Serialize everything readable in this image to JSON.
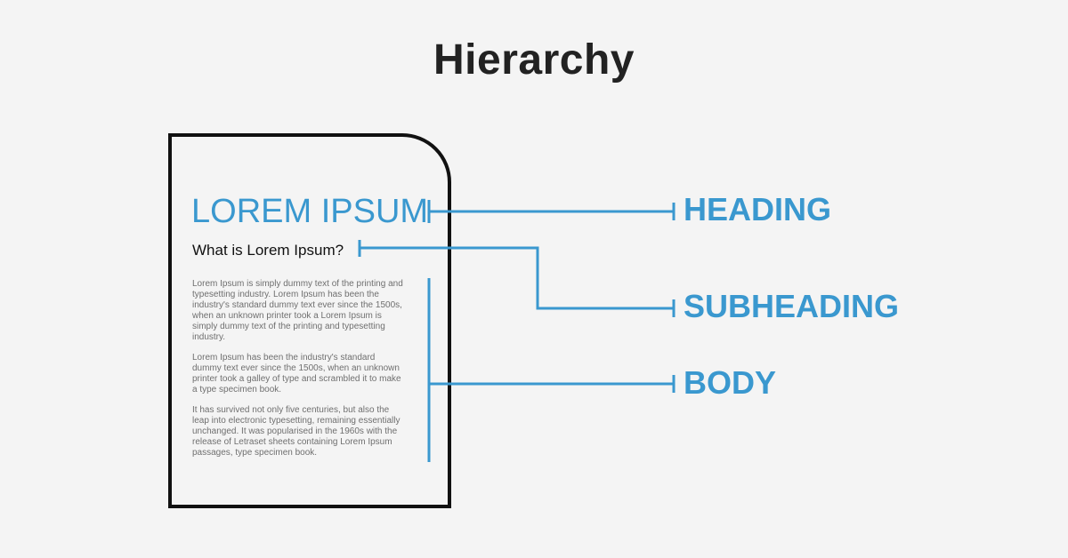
{
  "title": "Hierarchy",
  "document": {
    "heading": "LOREM IPSUM",
    "subheading": "What is Lorem Ipsum?",
    "paragraphs": [
      "Lorem Ipsum is simply dummy text of the printing and typesetting industry. Lorem Ipsum has been the industry's standard dummy text ever since the 1500s, when an unknown printer took a Lorem Ipsum is simply dummy text of the printing and typesetting industry.",
      "Lorem Ipsum has been the industry's standard dummy text ever since the 1500s, when an unknown printer took a galley of type and scrambled it to make a type specimen book.",
      "It has survived not only five centuries, but also the leap into electronic typesetting, remaining essentially unchanged. It was popularised in the 1960s with the release of Letraset sheets containing Lorem Ipsum passages, type specimen book."
    ]
  },
  "labels": {
    "heading": "HEADING",
    "subheading": "SUBHEADING",
    "body": "BODY"
  },
  "colors": {
    "accent": "#3a98cf",
    "outline": "#111111",
    "background": "#f4f4f4",
    "title": "#222222"
  }
}
